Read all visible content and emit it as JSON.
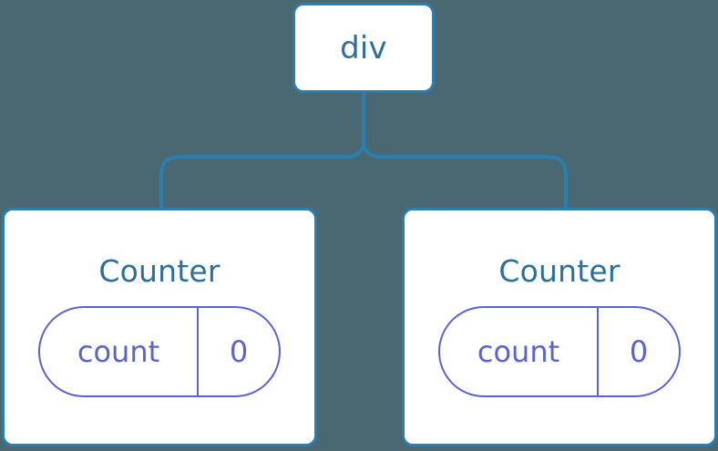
{
  "diagram": {
    "type": "component-tree",
    "background_color": "#4a6872",
    "node_border_color": "#2b7fb0",
    "node_text_color": "#2b6f9e",
    "state_color": "#5b63d3",
    "connector_color": "#2b7fb0"
  },
  "root": {
    "label": "div"
  },
  "children": [
    {
      "label": "Counter",
      "state": {
        "key": "count",
        "value": "0"
      }
    },
    {
      "label": "Counter",
      "state": {
        "key": "count",
        "value": "0"
      }
    }
  ]
}
